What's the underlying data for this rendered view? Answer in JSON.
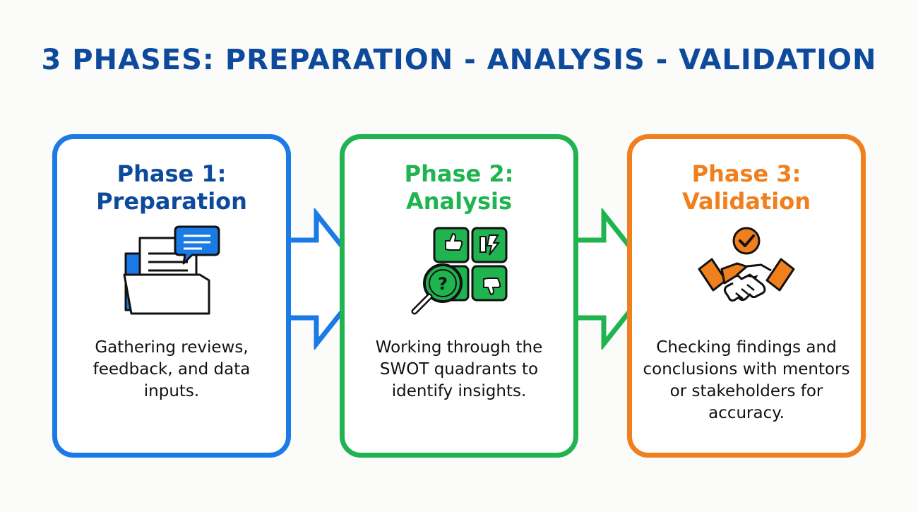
{
  "title": "3 PHASES: PREPARATION - ANALYSIS - VALIDATION",
  "phases": [
    {
      "heading_line1": "Phase 1:",
      "heading_line2": "Preparation",
      "description": "Gathering reviews, feedback, and data inputs.",
      "color": "#1a7be6",
      "icon": "folder-document-chat-icon"
    },
    {
      "heading_line1": "Phase 2:",
      "heading_line2": "Analysis",
      "description": "Working through the SWOT quadrants to identify insights.",
      "color": "#1fb450",
      "icon": "swot-magnifier-icon"
    },
    {
      "heading_line1": "Phase 3:",
      "heading_line2": "Validation",
      "description": "Checking findings and conclusions with mentors or stakeholders for accuracy.",
      "color": "#f07f1d",
      "icon": "handshake-check-icon"
    }
  ]
}
